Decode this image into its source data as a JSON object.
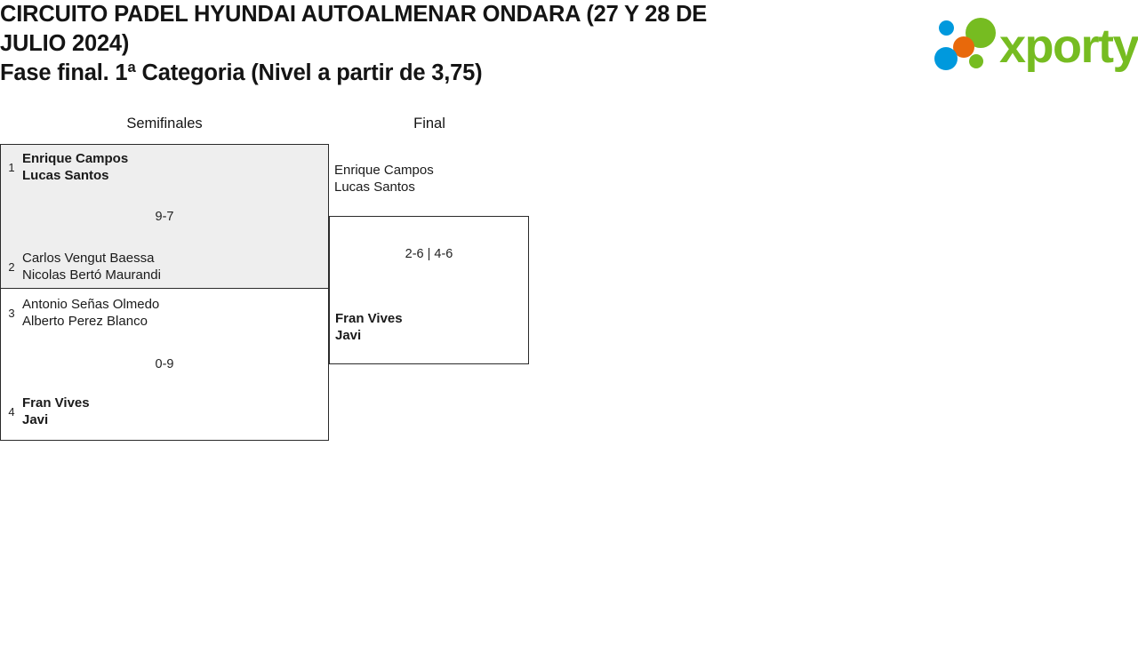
{
  "header": {
    "title_line_1": "CIRCUITO PADEL HYUNDAI AUTOALMENAR ONDARA (27 Y 28 DE",
    "title_line_2": "JULIO 2024)",
    "subtitle": "Fase final. 1ª Categoria (Nivel a partir de 3,75)"
  },
  "logo": {
    "text": "xporty",
    "green": "#76bc21",
    "blue": "#0099dd",
    "orange": "#e8690b"
  },
  "rounds": [
    {
      "name": "semifinals",
      "label": "Semifinales"
    },
    {
      "name": "final",
      "label": "Final"
    }
  ],
  "bracket": {
    "semifinals": [
      {
        "highlighted": true,
        "score": "9-7",
        "top": {
          "seed": "1",
          "player_1": "Enrique Campos",
          "player_2": "Lucas Santos",
          "winner": true
        },
        "bottom": {
          "seed": "2",
          "player_1": "Carlos Vengut Baessa",
          "player_2": "Nicolas Bertó Maurandi",
          "winner": false
        }
      },
      {
        "highlighted": false,
        "score": "0-9",
        "top": {
          "seed": "3",
          "player_1": "Antonio Señas Olmedo",
          "player_2": "Alberto Perez Blanco",
          "winner": false
        },
        "bottom": {
          "seed": "4",
          "player_1": "Fran Vives",
          "player_2": "Javi",
          "winner": true
        }
      }
    ],
    "final": {
      "score": "2-6 | 4-6",
      "top": {
        "player_1": "Enrique Campos",
        "player_2": "Lucas Santos",
        "winner": false
      },
      "bottom": {
        "player_1": "Fran Vives",
        "player_2": "Javi",
        "winner": true
      }
    }
  }
}
